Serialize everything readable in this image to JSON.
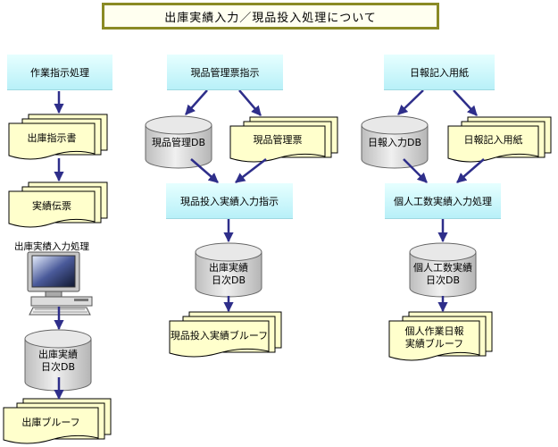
{
  "title": "出庫実績入力／現品投入処理について",
  "left": {
    "process_1": "作業指示処理",
    "doc_1": "出庫指示書",
    "doc_2": "実績伝票",
    "pc_caption": "出庫実績入力処理",
    "db_1_line1": "出庫実績",
    "db_1_line2": "日次DB",
    "doc_3": "出庫ブルーフ"
  },
  "center": {
    "process_1": "現品管理票指示",
    "db_1": "現品管理DB",
    "doc_1": "現品管理票",
    "process_2": "現品投入実績入力指示",
    "db_2_line1": "出庫実績",
    "db_2_line2": "日次DB",
    "doc_2": "現品投入実績ブルーフ"
  },
  "right": {
    "process_1": "日報記入用紙",
    "db_1": "日報入力DB",
    "doc_1": "日報記入用紙",
    "process_2": "個人工数実績入力処理",
    "db_2_line1": "個人工数実績",
    "db_2_line2": "日次DB",
    "doc_2_line1": "個人作業日報",
    "doc_2_line2": "実績ブルーフ"
  },
  "colors": {
    "process_fill_top": "#e6ffff",
    "process_fill_bottom": "#b8f0f8",
    "doc_fill": "#ffffcc",
    "db_fill": "#d9d9d9",
    "arrow": "#2e2e8a",
    "title_border": "#8a8a24"
  }
}
